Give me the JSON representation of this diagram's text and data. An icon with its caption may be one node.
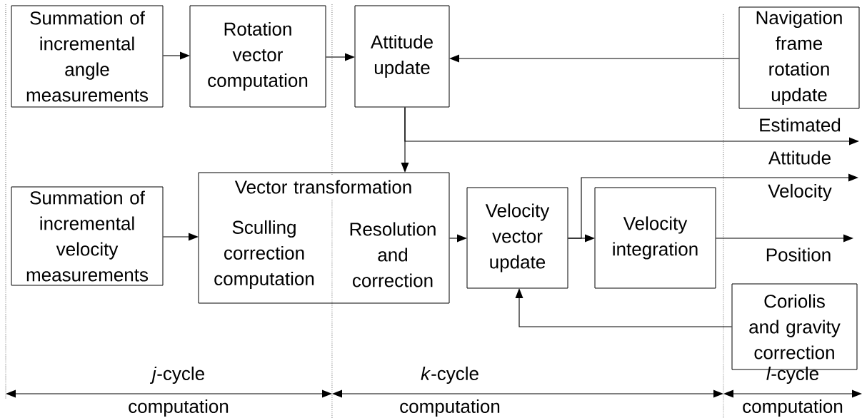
{
  "diagram": {
    "nodes": [
      {
        "text": [
          "Summation of incremental angle measurements"
        ]
      },
      {
        "text": [
          "Rotation vector computation"
        ]
      },
      {
        "text": [
          "Attitude update"
        ]
      },
      {
        "text": [
          "Navigation frame rotation update"
        ]
      },
      {
        "text": [
          "Vector transformation",
          "Sculling correction computation",
          "Resolution and correction"
        ]
      },
      {
        "text": [
          "Summation of incremental velocity measurements"
        ]
      },
      {
        "text": [
          "Velocity vector update"
        ]
      },
      {
        "text": [
          "Velocity integration"
        ]
      },
      {
        "text": [
          "Coriolis and gravity correction"
        ]
      }
    ],
    "edges": [
      {
        "from": 0,
        "to": 1,
        "arrow": "to"
      },
      {
        "from": 1,
        "to": 2,
        "arrow": "to"
      },
      {
        "from": 3,
        "to": 2,
        "arrow": "to"
      },
      {
        "from": 2,
        "to": 4,
        "arrow": "to"
      },
      {
        "from": 2,
        "to": null,
        "arrow": "to",
        "label": "Estimated Attitude"
      },
      {
        "from": 5,
        "to": 4,
        "arrow": "to"
      },
      {
        "from": 4,
        "to": 6,
        "arrow": "to"
      },
      {
        "from": 6,
        "to": 7,
        "arrow": "to"
      },
      {
        "from": 6,
        "to": null,
        "arrow": "to",
        "label": "Velocity"
      },
      {
        "from": 7,
        "to": null,
        "arrow": "to",
        "label": "Position"
      },
      {
        "from": 8,
        "to": 6,
        "arrow": "to"
      }
    ],
    "labels": [
      "*j*-cycle",
      "computation",
      "*k*-cycle",
      "computation",
      "*l*-cycle",
      "computation"
    ]
  }
}
